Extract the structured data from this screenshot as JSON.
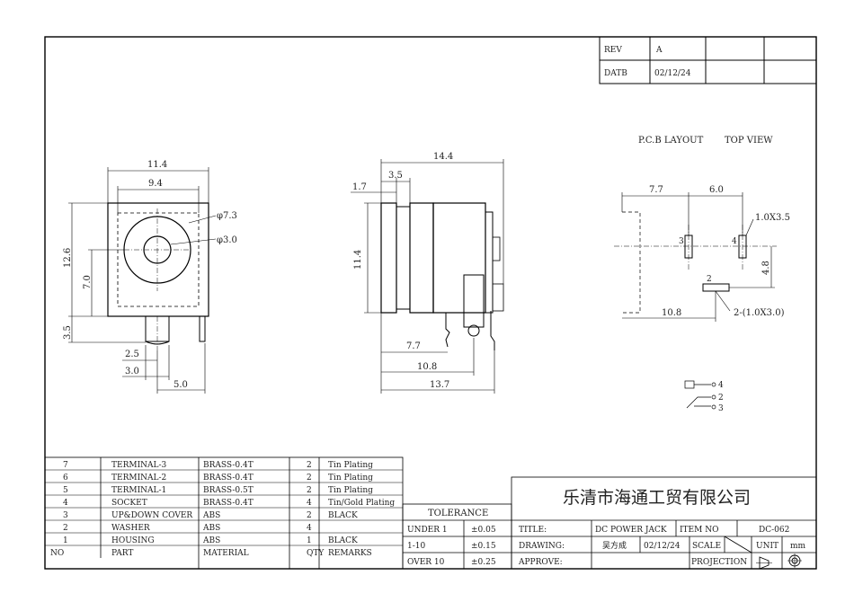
{
  "revision": {
    "rev_label": "REV",
    "rev_value": "A",
    "date_label": "DATB",
    "date_value": "02/12/24"
  },
  "front_view": {
    "dims": [
      "11.4",
      "9.4",
      "12.6",
      "7.0",
      "3.5",
      "2.5",
      "3.0",
      "5.0"
    ],
    "outer_diameter": "φ7.3",
    "inner_diameter": "φ3.0"
  },
  "side_view": {
    "dims": [
      "14.4",
      "3.5",
      "1.7",
      "11.4",
      "7.7",
      "10.8",
      "13.7"
    ]
  },
  "pcb_layout": {
    "title": "P.C.B LAYOUT",
    "view": "TOP VIEW",
    "dims": [
      "7.7",
      "6.0",
      "4.8",
      "10.8"
    ],
    "slot_note": "1.0X3.5",
    "slot_note2": "2-(1.0X3.0)",
    "pins": [
      "3",
      "4",
      "2"
    ]
  },
  "schematic": {
    "pins": [
      "4",
      "2",
      "3"
    ]
  },
  "bom": {
    "header": [
      "NO",
      "PART",
      "MATERIAL",
      "QTY",
      "REMARKS"
    ],
    "rows": [
      [
        "7",
        "TERMINAL-3",
        "BRASS-0.4T",
        "2",
        "Tin Plating"
      ],
      [
        "6",
        "TERMINAL-2",
        "BRASS-0.4T",
        "2",
        "Tin Plating"
      ],
      [
        "5",
        "TERMINAL-1",
        "BRASS-0.5T",
        "2",
        "Tin Plating"
      ],
      [
        "4",
        "SOCKET",
        "BRASS-0.4T",
        "4",
        "Tin/Gold Plating"
      ],
      [
        "3",
        "UP&DOWN COVER",
        "ABS",
        "2",
        "BLACK"
      ],
      [
        "2",
        "WASHER",
        "ABS",
        "4",
        ""
      ],
      [
        "1",
        "HOUSING",
        "ABS",
        "1",
        "BLACK"
      ]
    ]
  },
  "tolerance": {
    "title": "TOLERANCE",
    "rows": [
      [
        "UNDER  1",
        "±0.05"
      ],
      [
        "1-10",
        "±0.15"
      ],
      [
        "OVER  10",
        "±0.25"
      ]
    ]
  },
  "title_block": {
    "company": "乐清市海通工贸有限公司",
    "title_label": "TITLE:",
    "title_value": "DC POWER JACK",
    "item_label": "ITEM NO",
    "item_value": "DC-062",
    "drawing_label": "DRAWING:",
    "drawer": "吴方成",
    "draw_date": "02/12/24",
    "scale_label": "SCALE",
    "unit_label": "UNIT",
    "unit_value": "mm",
    "approve_label": "APPROVE:",
    "projection_label": "PROJECTION"
  }
}
